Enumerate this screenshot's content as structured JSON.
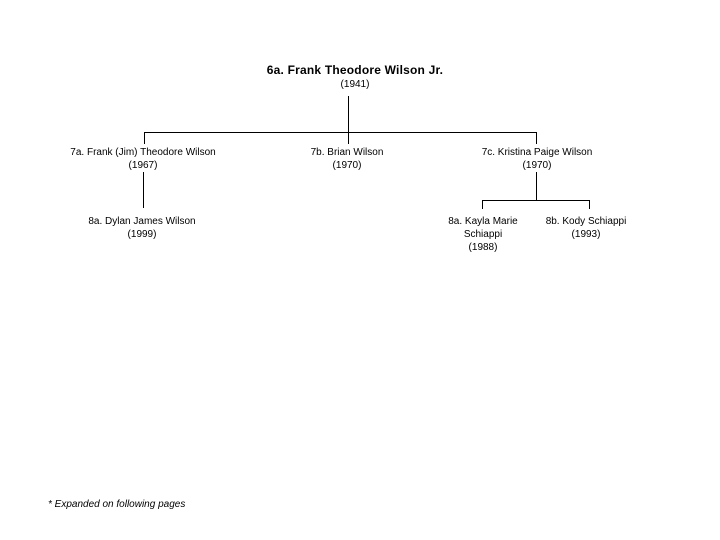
{
  "page": {
    "background_color": "#ffffff",
    "text_color": "#000000",
    "line_color": "#000000"
  },
  "tree": {
    "root": {
      "name": "6a. Frank Theodore Wilson Jr.",
      "year": "(1941)"
    },
    "gen7": [
      {
        "name": "7a. Frank (Jim) Theodore Wilson",
        "year": "(1967)"
      },
      {
        "name": "7b. Brian Wilson",
        "year": "(1970)"
      },
      {
        "name": "7c. Kristina Paige Wilson",
        "year": "(1970)"
      }
    ],
    "gen8": [
      {
        "name": "8a. Dylan James Wilson",
        "year": "(1999)"
      },
      {
        "name": "8a. Kayla Marie Schiappi",
        "year": "(1988)"
      },
      {
        "name": "8b. Kody Schiappi",
        "year": "(1993)"
      }
    ]
  },
  "footnote": "* Expanded on following pages"
}
